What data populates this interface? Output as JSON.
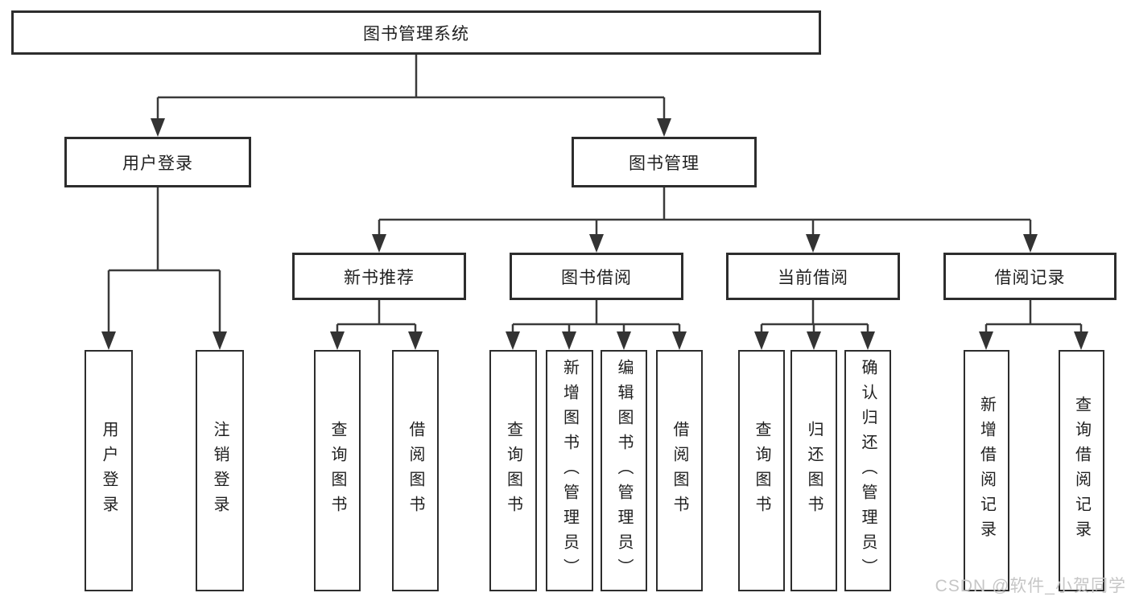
{
  "diagram": {
    "tree": {
      "label": "图书管理系统",
      "children": [
        {
          "label": "用户登录",
          "children": [
            {
              "label": "用户登录"
            },
            {
              "label": "注销登录"
            }
          ]
        },
        {
          "label": "图书管理",
          "children": [
            {
              "label": "新书推荐",
              "children": [
                {
                  "label": "查询图书"
                },
                {
                  "label": "借阅图书"
                }
              ]
            },
            {
              "label": "图书借阅",
              "children": [
                {
                  "label": "查询图书"
                },
                {
                  "label": "新增图书（管理员）"
                },
                {
                  "label": "编辑图书（管理员）"
                },
                {
                  "label": "借阅图书"
                }
              ]
            },
            {
              "label": "当前借阅",
              "children": [
                {
                  "label": "查询图书"
                },
                {
                  "label": "归还图书"
                },
                {
                  "label": "确认归还（管理员）"
                }
              ]
            },
            {
              "label": "借阅记录",
              "children": [
                {
                  "label": "新增借阅记录"
                },
                {
                  "label": "查询借阅记录"
                }
              ]
            }
          ]
        }
      ]
    },
    "watermark": "CSDN @软件_小贺同学",
    "colors": {
      "line": "#3a3a3a",
      "arrow": "#333333",
      "box_border": "#2d2d2d",
      "text": "#1f1f1f",
      "watermark": "#c6c6c6",
      "background": "#ffffff"
    }
  }
}
